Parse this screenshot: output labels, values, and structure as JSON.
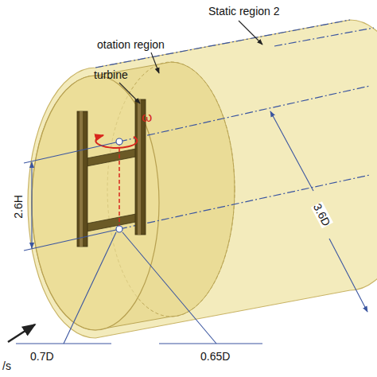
{
  "diagram": {
    "labels": [
      "Static region 2",
      "otation region",
      "turbine",
      "ω",
      "2.6H",
      "3.6D",
      "0.7D",
      "0.65D",
      "/s"
    ]
  }
}
